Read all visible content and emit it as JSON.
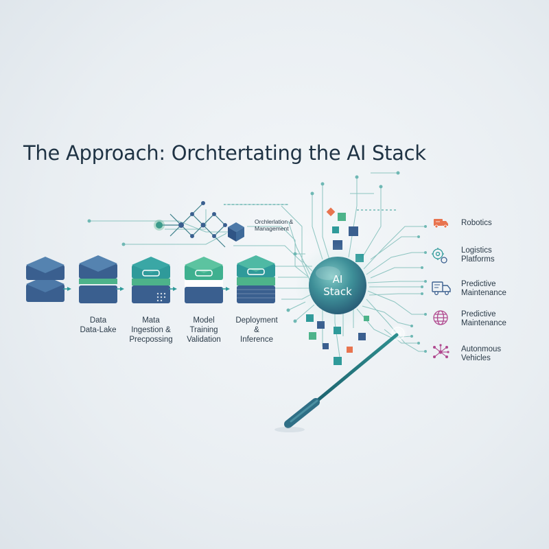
{
  "title": "The Approach: Orchtertating the AI Stack",
  "hub": {
    "line1": "AI",
    "line2": "Stack"
  },
  "orchestration": {
    "line1": "Orchlerlation &",
    "line2": "Management"
  },
  "pipeline": [
    {
      "id": "data-lake",
      "lines": [
        "Data",
        "Data-Lake"
      ]
    },
    {
      "id": "ingestion",
      "lines": [
        "Mata",
        "Ingestion &",
        "Precpossing"
      ]
    },
    {
      "id": "training",
      "lines": [
        "Model",
        "Training",
        "Validation"
      ]
    },
    {
      "id": "deployment",
      "lines": [
        "Deployment",
        "&",
        "Inference"
      ]
    }
  ],
  "applications": [
    {
      "id": "robotics",
      "icon": "truck-icon",
      "lines": [
        "Robotics"
      ]
    },
    {
      "id": "logistics",
      "icon": "gears-icon",
      "lines": [
        "Logistics",
        "Platforms"
      ]
    },
    {
      "id": "predictive-1",
      "icon": "delivery-truck-icon",
      "lines": [
        "Predictive",
        "Maintenance"
      ]
    },
    {
      "id": "predictive-2",
      "icon": "globe-icon",
      "lines": [
        "Predictive",
        "Maintenance"
      ]
    },
    {
      "id": "autonomous",
      "icon": "network-icon",
      "lines": [
        "Autonmous",
        "Vehicles"
      ]
    }
  ],
  "colors": {
    "teal_dark": "#1f7f86",
    "teal": "#2f9a9a",
    "blue_dark": "#3a5f8f",
    "green": "#4db38a",
    "line": "#6fb8b4",
    "accent_orange": "#e8744f",
    "accent_purple": "#b0488e",
    "text": "#1f3344"
  }
}
